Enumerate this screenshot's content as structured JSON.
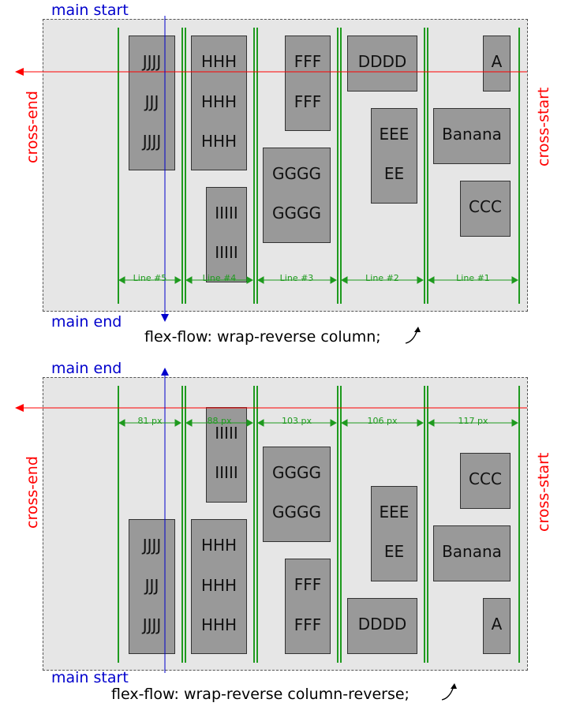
{
  "colors": {
    "container": "#e6e6e6",
    "item": "#999999",
    "line": "#1e9a1e",
    "main_axis": "#0000cc",
    "cross_axis": "#ff0000"
  },
  "diagram1": {
    "main_start": "main start",
    "main_end": "main end",
    "cross_end": "cross-end",
    "cross_start": "cross-start",
    "caption": "flex-flow: wrap-reverse column;",
    "line_labels": [
      "Line #5",
      "Line #4",
      "Line #3",
      "Line #2",
      "Line #1"
    ],
    "items": {
      "jjjj_a": "JJJJ",
      "jjj": "JJJ",
      "jjjj_b": "JJJJ",
      "hhh_a": "HHH",
      "hhh_b": "HHH",
      "hhh_c": "HHH",
      "iiiii_a": "IIIII",
      "iiiii_b": "IIIII",
      "fff_a": "FFF",
      "fff_b": "FFF",
      "gggg_a": "GGGG",
      "gggg_b": "GGGG",
      "dddd": "DDDD",
      "eee": "EEE",
      "ee": "EE",
      "a": "A",
      "banana": "Banana",
      "ccc": "CCC"
    }
  },
  "diagram2": {
    "main_end": "main end",
    "main_start": "main start",
    "cross_end": "cross-end",
    "cross_start": "cross-start",
    "caption": "flex-flow: wrap-reverse column-reverse;",
    "line_labels": [
      "81 px",
      "88 px",
      "103 px",
      "106 px",
      "117 px"
    ],
    "items": {
      "jjjj_a": "JJJJ",
      "jjj": "JJJ",
      "jjjj_b": "JJJJ",
      "hhh_a": "HHH",
      "hhh_b": "HHH",
      "hhh_c": "HHH",
      "iiiii_a": "IIIII",
      "iiiii_b": "IIIII",
      "fff_a": "FFF",
      "fff_b": "FFF",
      "gggg_a": "GGGG",
      "gggg_b": "GGGG",
      "dddd": "DDDD",
      "eee": "EEE",
      "ee": "EE",
      "a": "A",
      "banana": "Banana",
      "ccc": "CCC"
    }
  }
}
